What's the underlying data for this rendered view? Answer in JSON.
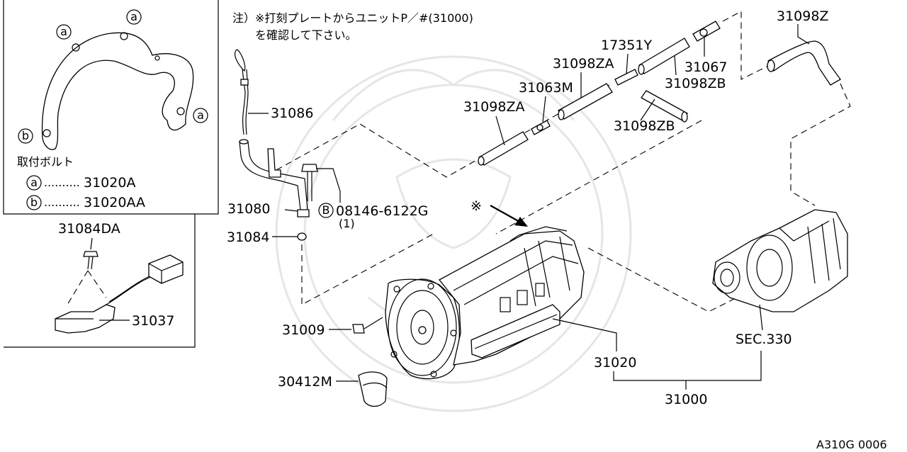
{
  "note": {
    "line1": "注）※打刻プレートからユニットP／#(31000)",
    "line2": "を確認して下さい。"
  },
  "bolt_legend": {
    "title": "取付ボルト",
    "items": [
      {
        "symbol": "a",
        "dots": "..........",
        "part": "31020A"
      },
      {
        "symbol": "b",
        "dots": "..........",
        "part": "31020AA"
      }
    ]
  },
  "bracket_callouts": [
    "a",
    "a",
    "a",
    "b"
  ],
  "labels": {
    "p31084DA": "31084DA",
    "p31037": "31037",
    "p31086": "31086",
    "p31080": "31080",
    "p31084": "31084",
    "p08146": "08146-6122G",
    "p08146_qty": "(1)",
    "p08146_symbol": "B",
    "p31098ZA_1": "31098ZA",
    "p31063M": "31063M",
    "p31098ZA_2": "31098ZA",
    "p17351Y": "17351Y",
    "p31067": "31067",
    "p31098ZB_1": "31098ZB",
    "p31098ZB_2": "31098ZB",
    "p31098Z": "31098Z",
    "p31009": "31009",
    "p30412M": "30412M",
    "p31020": "31020",
    "p31000": "31000",
    "sec330": "SEC.330",
    "asterisk": "※"
  },
  "diagram_code": "A310G 0006",
  "colors": {
    "line": "#000000",
    "background": "#ffffff",
    "watermark": "#e6e6e6"
  }
}
